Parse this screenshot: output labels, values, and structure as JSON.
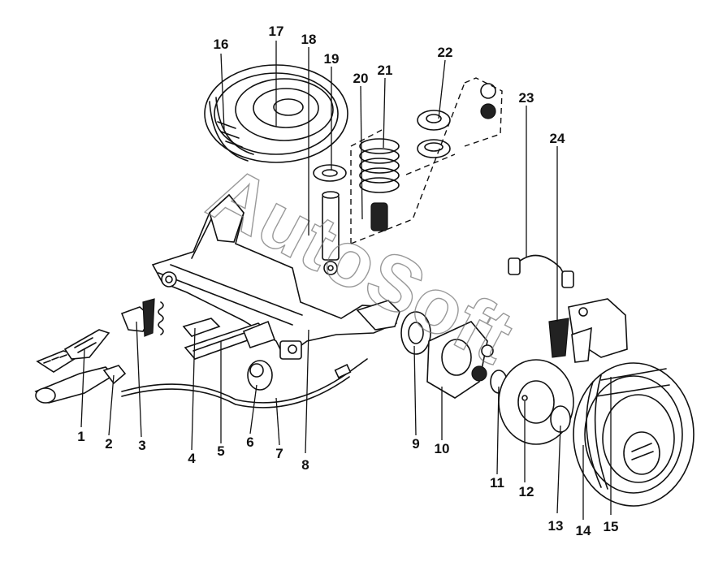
{
  "watermark": "AutoSoft",
  "callouts": [
    {
      "label": "1"
    },
    {
      "label": "2"
    },
    {
      "label": "3"
    },
    {
      "label": "4"
    },
    {
      "label": "5"
    },
    {
      "label": "6"
    },
    {
      "label": "7"
    },
    {
      "label": "8"
    },
    {
      "label": "9"
    },
    {
      "label": "10"
    },
    {
      "label": "11"
    },
    {
      "label": "12"
    },
    {
      "label": "13"
    },
    {
      "label": "14"
    },
    {
      "label": "15"
    },
    {
      "label": "16"
    },
    {
      "label": "17"
    },
    {
      "label": "18"
    },
    {
      "label": "19"
    },
    {
      "label": "20"
    },
    {
      "label": "21"
    },
    {
      "label": "22"
    },
    {
      "label": "23"
    },
    {
      "label": "24"
    }
  ]
}
